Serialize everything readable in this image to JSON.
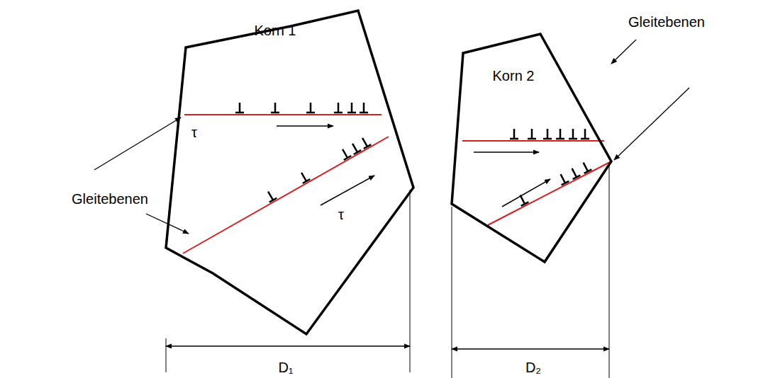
{
  "diagram": {
    "nodes": [
      {
        "text": [
          "Korn 1"
        ]
      },
      {
        "text": [
          "Korn 2"
        ]
      }
    ],
    "labels": [
      "Gleitebenen",
      "τ",
      "τ",
      "Gleitebenen",
      "D₁",
      "D₂"
    ]
  }
}
